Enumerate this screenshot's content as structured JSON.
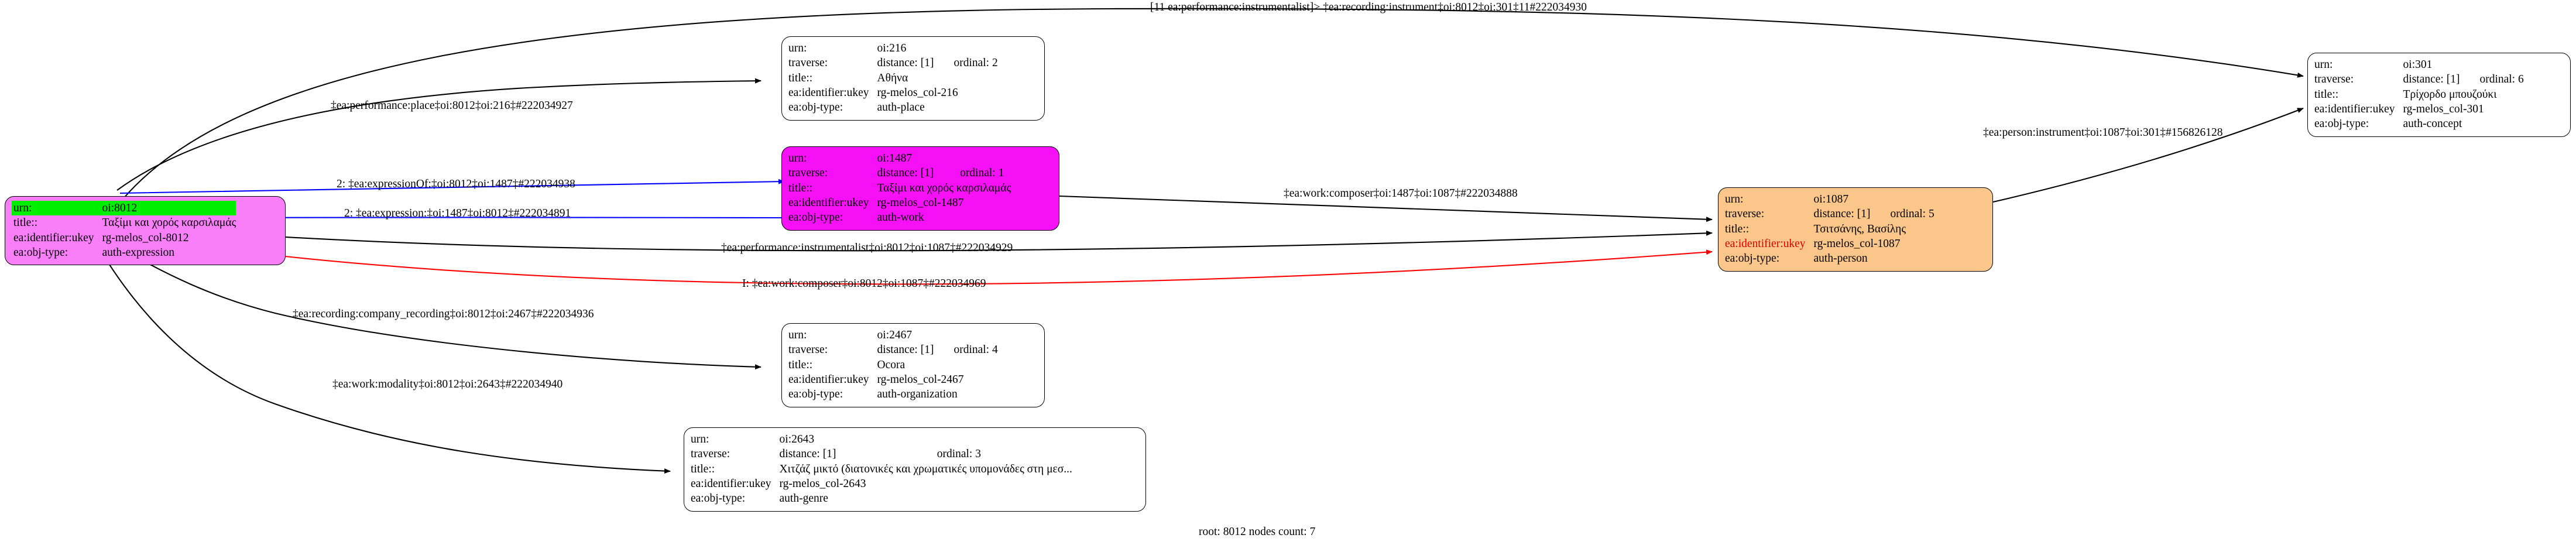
{
  "graph": {
    "footer": "root: 8012 nodes count: 7",
    "field_labels": {
      "urn": "urn:",
      "traverse": "traverse:",
      "title": "title::",
      "ukey": "ea:identifier:ukey",
      "objtype": "ea:obj-type:"
    },
    "colors": {
      "root_fill": "#f97ff9",
      "work_fill": "#f510f5",
      "person_fill": "#fbc68a",
      "plain_fill": "#ffffff",
      "highlight_row": "#00ee00",
      "edge_default": "#000000",
      "edge_blue": "#0000ff",
      "edge_red": "#ff0000",
      "red_key": "#dd0000"
    }
  },
  "nodes": [
    {
      "id": "n8012",
      "urn": "oi:8012",
      "traverse": "",
      "title": "Ταξίμι και χορός καρσιλαμάς",
      "ukey": "rg-melos_col-8012",
      "objtype": "auth-expression",
      "has_traverse": false
    },
    {
      "id": "n216",
      "urn": "oi:216",
      "traverse_distance": "distance: [1]",
      "traverse_ordinal": "ordinal: 2",
      "title": "Αθήνα",
      "ukey": "rg-melos_col-216",
      "objtype": "auth-place",
      "has_traverse": true
    },
    {
      "id": "n1487",
      "urn": "oi:1487",
      "traverse_distance": "distance: [1]",
      "traverse_ordinal": "ordinal: 1",
      "title": "Ταξίμι και χορός καρσιλαμάς",
      "ukey": "rg-melos_col-1487",
      "objtype": "auth-work",
      "has_traverse": true
    },
    {
      "id": "n2467",
      "urn": "oi:2467",
      "traverse_distance": "distance: [1]",
      "traverse_ordinal": "ordinal: 4",
      "title": "Ocora",
      "ukey": "rg-melos_col-2467",
      "objtype": "auth-organization",
      "has_traverse": true
    },
    {
      "id": "n2643",
      "urn": "oi:2643",
      "traverse_distance": "distance: [1]",
      "traverse_ordinal": "ordinal: 3",
      "title": "Χιτζάζ μικτό (διατονικές και χρωματικές υπομονάδες στη μεσ...",
      "ukey": "rg-melos_col-2643",
      "objtype": "auth-genre",
      "has_traverse": true
    },
    {
      "id": "n1087",
      "urn": "oi:1087",
      "traverse_distance": "distance: [1]",
      "traverse_ordinal": "ordinal: 5",
      "title": "Τσιτσάνης, Βασίλης",
      "ukey": "rg-melos_col-1087",
      "objtype": "auth-person",
      "has_traverse": true
    },
    {
      "id": "n301",
      "urn": "oi:301",
      "traverse_distance": "distance: [1]",
      "traverse_ordinal": "ordinal: 6",
      "title": "Τρίχορδο μπουζούκι",
      "ukey": "rg-melos_col-301",
      "objtype": "auth-concept",
      "has_traverse": true
    }
  ],
  "edge_labels": [
    {
      "id": "e-recording-instrument",
      "text": "[11 ea:performance:instrumentalist]> ‡ea:recording:instrument‡oi:8012‡oi:301‡11#222034930"
    },
    {
      "id": "e-performance-place",
      "text": "‡ea:performance:place‡oi:8012‡oi:216‡#222034927"
    },
    {
      "id": "e-expression-of",
      "text": "2: ‡ea:expressionOf:‡oi:8012‡oi:1487‡#222034938"
    },
    {
      "id": "e-expression",
      "text": "2: ‡ea:expression:‡oi:1487‡oi:8012‡#222034891"
    },
    {
      "id": "e-work-composer-1487",
      "text": "‡ea:work:composer‡oi:1487‡oi:1087‡#222034888"
    },
    {
      "id": "e-performance-instrumentalist",
      "text": "‡ea:performance:instrumentalist‡oi:8012‡oi:1087‡#222034929"
    },
    {
      "id": "e-work-composer-8012",
      "text": "I: ‡ea:work:composer‡oi:8012‡oi:1087‡#222034969"
    },
    {
      "id": "e-recording-company",
      "text": "‡ea:recording:company_recording‡oi:8012‡oi:2467‡#222034936"
    },
    {
      "id": "e-work-modality",
      "text": "‡ea:work:modality‡oi:8012‡oi:2643‡#222034940"
    },
    {
      "id": "e-person-instrument",
      "text": "‡ea:person:instrument‡oi:1087‡oi:301‡#156826128"
    }
  ]
}
